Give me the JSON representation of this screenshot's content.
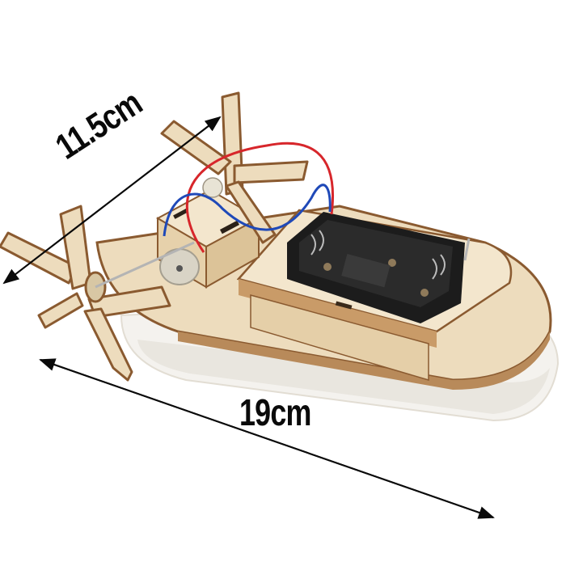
{
  "image": {
    "subject": "Wooden DIY electric paddle boat kit",
    "background_color": "#ffffff"
  },
  "dimensions": {
    "width_label": "11.5cm",
    "length_label": "19cm"
  },
  "colors": {
    "wood": "#e9d6b4",
    "wood_light": "#f3e6cd",
    "wood_edge": "#8a5a30",
    "foam_base": "#f4f2ee",
    "battery_holder": "#1c1c1c",
    "motor": "#d9d4c6",
    "wire_red": "#d7262b",
    "wire_blue": "#1f49b8",
    "arrow": "#0a0a0a"
  }
}
